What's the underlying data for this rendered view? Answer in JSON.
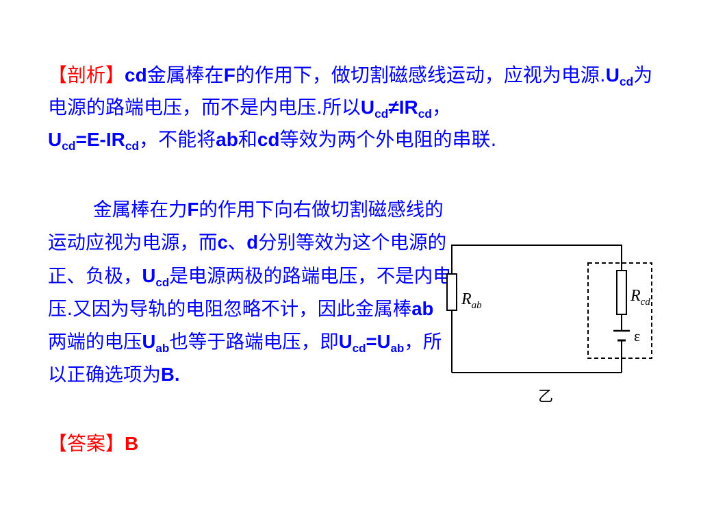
{
  "analysis": {
    "label": "【剖析】",
    "l1_a": "cd",
    "l1_b": "金属棒在",
    "l1_c": "F",
    "l1_d": "的作用下，做切割磁感线运动，应视",
    "l2_a": "为电源.",
    "l2_U1": "U",
    "l2_sub1": "cd",
    "l2_b": "为电源的路端电压，而不是内电压.所以",
    "l2_U2": "U",
    "l2_sub2": "cd",
    "l2_c": "≠IR",
    "l2_sub3": "cd",
    "l2_d": "，",
    "l3_U": "U",
    "l3_sub1": "cd",
    "l3_a": "=E-IR",
    "l3_sub2": "cd",
    "l3_b": "，不能将",
    "l3_c": "ab",
    "l3_d": "和",
    "l3_e": "cd",
    "l3_f": "等效为两个外电阻的串联."
  },
  "explanation": {
    "t1": "金属棒在力",
    "t2": "F",
    "t3": "的作用下向右做切割磁感线的运动应视为电源，而",
    "t4": "c",
    "t5": "、",
    "t6": "d",
    "t7": "分别等效为这个电源的正、负极，",
    "t8": "U",
    "t9": "cd",
    "t10": "是电源两极的路端电压，不是内电压.又因为导轨的电阻忽略不计，因此金属棒",
    "t11": "ab",
    "t12": "两端的电压",
    "t13": "U",
    "t14": "ab",
    "t15": "也等于路端电压，即",
    "t16": "U",
    "t17": "cd",
    "t18": "=U",
    "t19": "ab",
    "t20": "，所以正确选项为",
    "t21": "B."
  },
  "answer": {
    "label": "【答案】",
    "value": "B"
  },
  "circuit": {
    "r_ab_main": "R",
    "r_ab_sub": "ab",
    "r_cd_main": "R",
    "r_cd_sub": "cd",
    "emf": "ε",
    "caption": "乙"
  },
  "colors": {
    "text": "#0000ff",
    "label": "#ff0000",
    "circuit": "#000000"
  }
}
